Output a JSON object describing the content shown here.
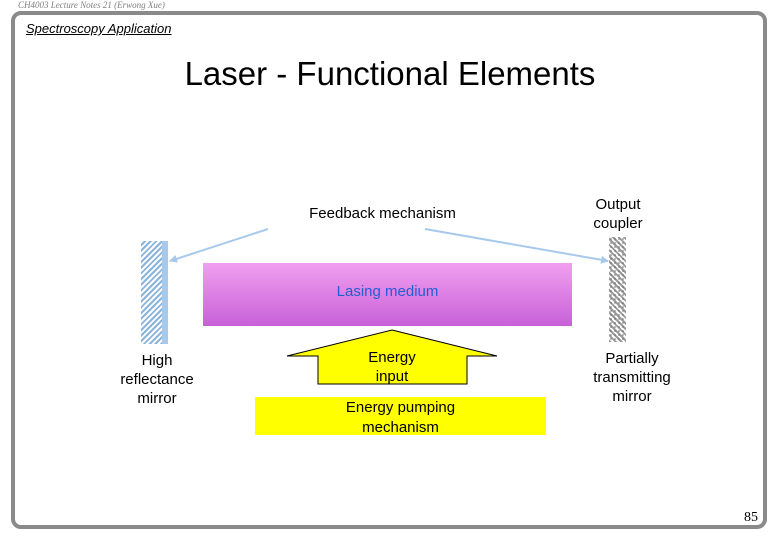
{
  "header_note": "CH4003 Lecture Notes 21 (Erwong Xue)",
  "section_title": "Spectroscopy Application",
  "title": "Laser - Functional Elements",
  "labels": {
    "feedback": "Feedback mechanism",
    "output_coupler_line1": "Output",
    "output_coupler_line2": "coupler",
    "lasing_medium": "Lasing medium",
    "high_reflect_line1": "High",
    "high_reflect_line2": "reflectance",
    "high_reflect_line3": "mirror",
    "energy_input_line1": "Energy",
    "energy_input_line2": "input",
    "pumping_line1": "Energy pumping",
    "pumping_line2": "mechanism",
    "partial_line1": "Partially",
    "partial_line2": "transmitting",
    "partial_line3": "mirror"
  },
  "colors": {
    "lasing_medium": "#d070e0",
    "lasing_text": "#1f5fd0",
    "pump_box": "#ffff00",
    "arrow": "#ffff00",
    "feedback_lines": "#a7c9ec",
    "left_mirror": "#8bb4dc",
    "right_mirror": "#9a9a9a"
  },
  "page_number": "85"
}
